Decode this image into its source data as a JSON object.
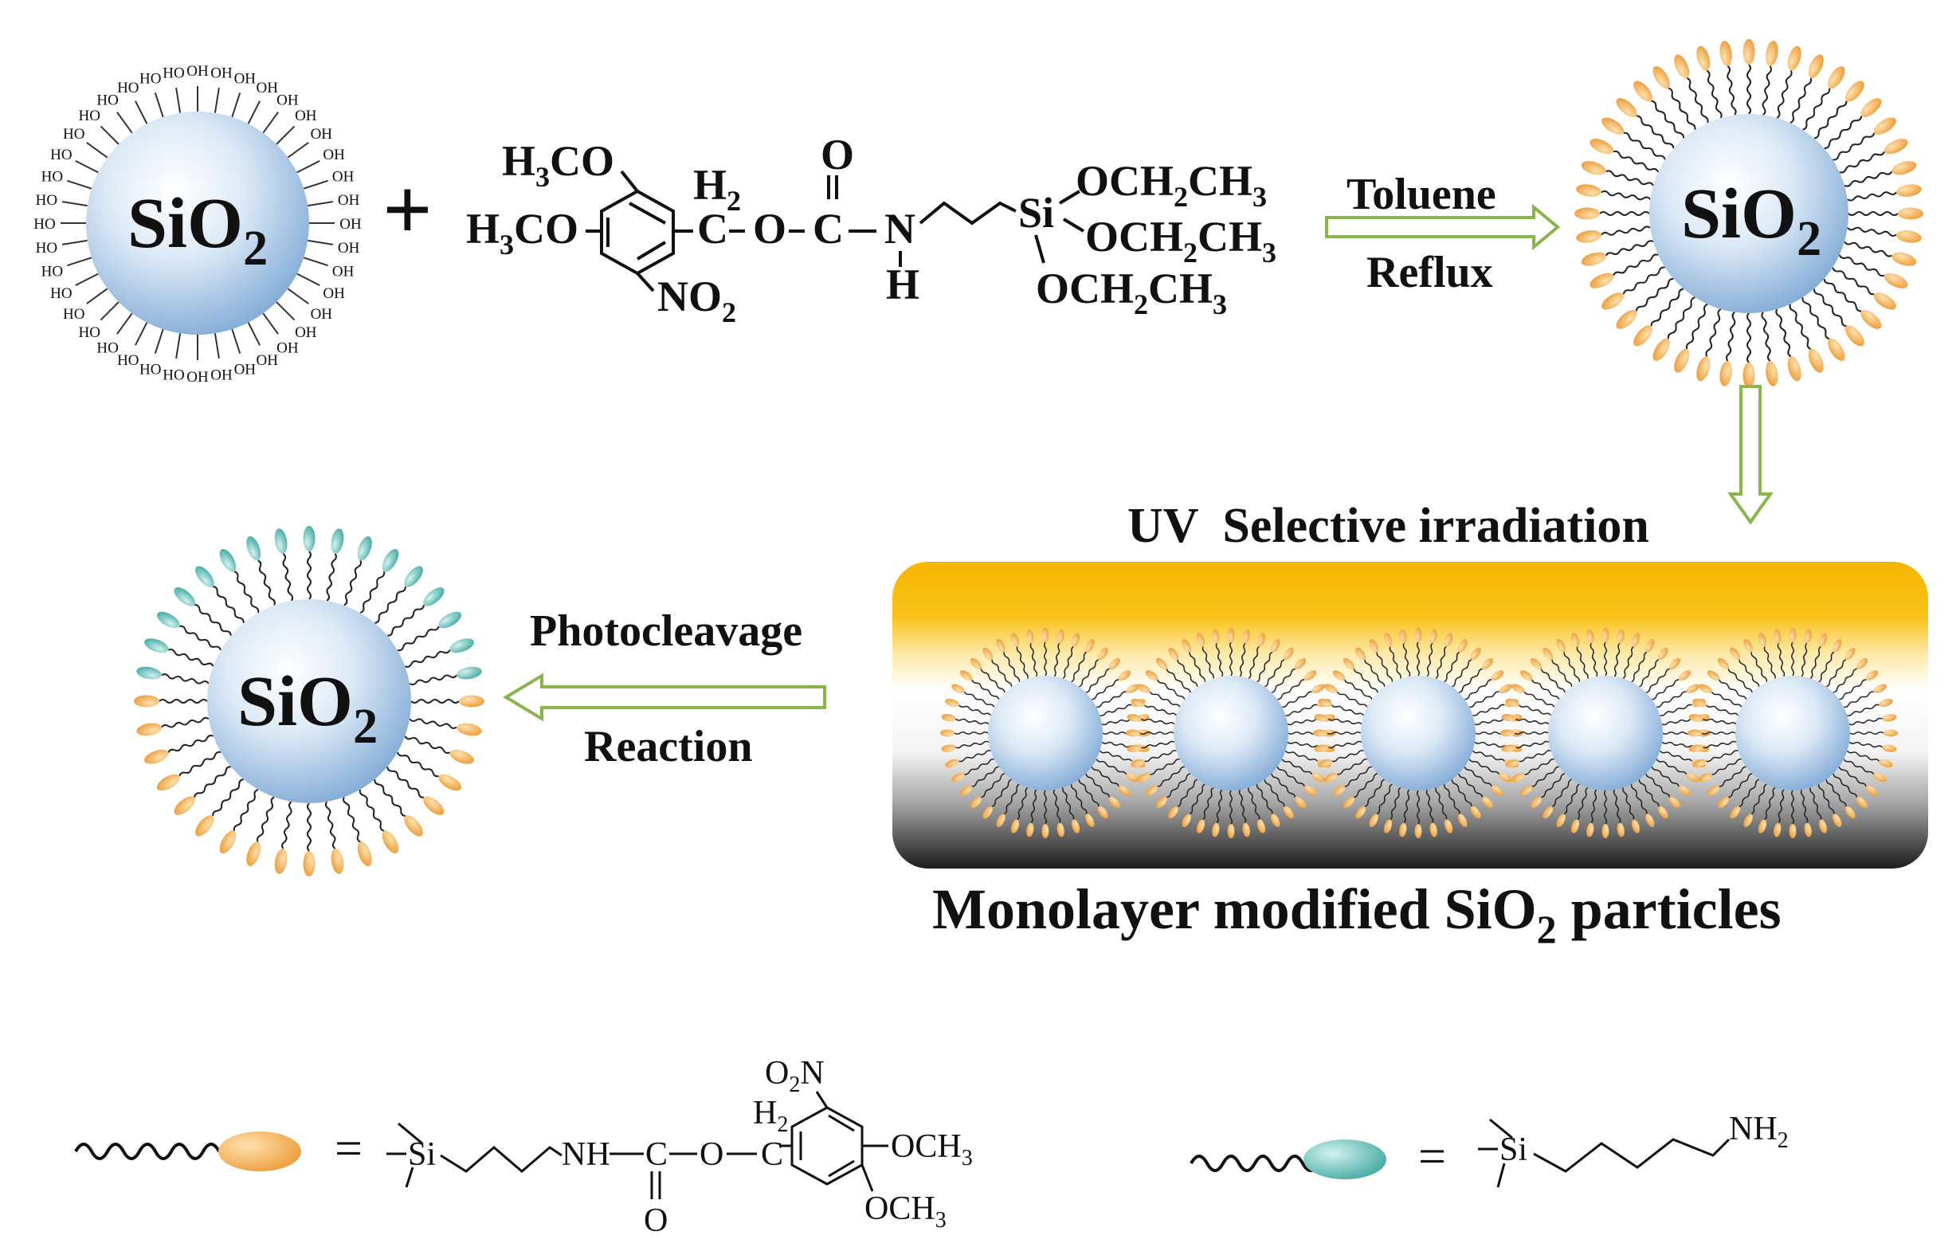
{
  "particle_label": "SiO",
  "particle_sub": "2",
  "hydroxyl": "OH",
  "hydroxyl_rev": "HO",
  "plus": "+",
  "reagent": {
    "h3co": "H",
    "h3co_sub": "3",
    "h3co_tail": "CO",
    "ch2": "H",
    "ch2_sub": "2",
    "c": "C",
    "o": "O",
    "n": "N",
    "h": "H",
    "si": "Si",
    "no2": "NO",
    "no2_sub": "2",
    "oet_a": "OCH",
    "oet_b": "CH",
    "oet_sub": "2",
    "oet_sub3": "3"
  },
  "step1": {
    "line1": "Toluene",
    "line2": "Reflux"
  },
  "uv_label": "UV  Selective irradiation",
  "substrate_caption_a": "Monolayer modified SiO",
  "substrate_caption_sub": "2",
  "substrate_caption_b": " particles",
  "step2": {
    "line1": "Photocleavage",
    "line2": "Reaction"
  },
  "legend": {
    "equals": "=",
    "si": "Si",
    "nh": "NH",
    "c": "C",
    "o": "O",
    "o2n": "O",
    "o2n_sub": "2",
    "o2n_tail": "N",
    "h2": "H",
    "h2_sub": "2",
    "och3": "OCH",
    "och3_sub": "3",
    "nh2": "NH",
    "nh2_sub": "2"
  },
  "colors": {
    "sphere_light": "#eef5fc",
    "sphere_dark": "#7fa9d6",
    "orange_head": "#f0a64a",
    "teal_head": "#6fc7c2",
    "arrow_green": "#8ab44c",
    "uv_band": "#f7b600",
    "substrate_dark": "#1e1e1e"
  }
}
